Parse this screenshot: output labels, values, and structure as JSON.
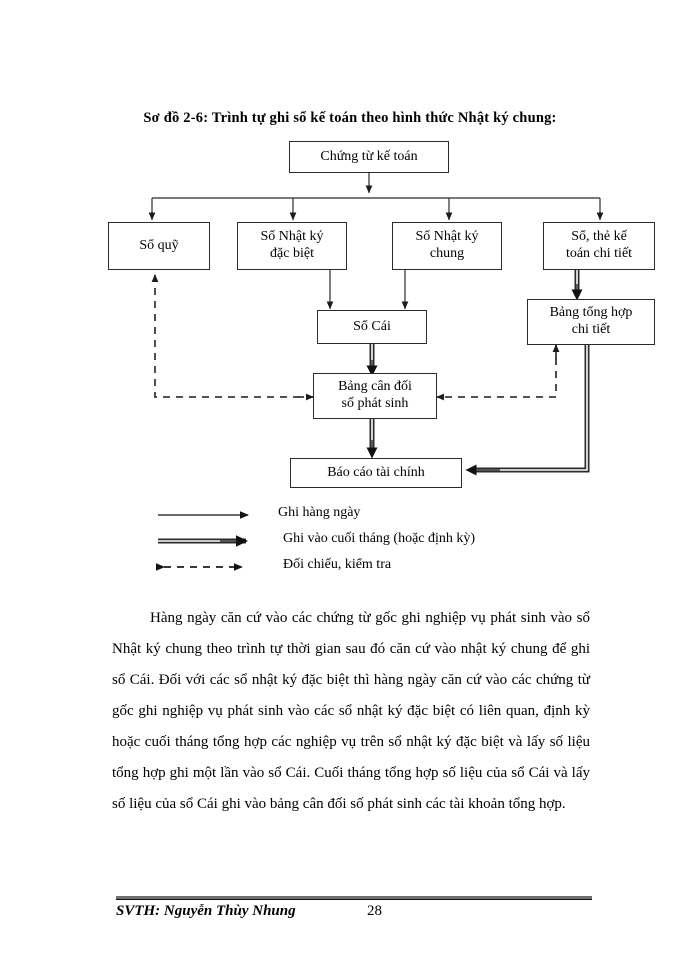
{
  "diagram": {
    "title": "Sơ đồ 2-6: Trình tự ghi sổ kế toán theo hình thức Nhật ký chung:",
    "nodes": {
      "source_doc": "Chứng từ kế toán",
      "cash_book": "Sổ quỹ",
      "special_journal_l1": "Sổ Nhật ký",
      "special_journal_l2": "đặc biệt",
      "general_journal_l1": "Sổ Nhật ký",
      "general_journal_l2": "chung",
      "detail_books_l1": "Sổ, thẻ kế",
      "detail_books_l2": "toán chi tiết",
      "ledger": "Sổ Cái",
      "detail_summary_l1": "Bảng tổng hợp",
      "detail_summary_l2": "chi tiết",
      "trial_balance_l1": "Bảng cân đối",
      "trial_balance_l2": "số phát sinh",
      "financial_statements": "Báo cáo  tài   chính"
    },
    "legend": [
      {
        "key": "daily",
        "label": "Ghi hàng ngày"
      },
      {
        "key": "monthly",
        "label": "Ghi vào cuối tháng (hoặc định kỳ)"
      },
      {
        "key": "reconcile",
        "label": "Đối chiếu, kiểm tra"
      }
    ]
  },
  "body": {
    "paragraph": "Hàng ngày căn cứ vào các chứng từ gốc ghi nghiệp vụ phát sinh vào sổ Nhật ký chung theo trình tự thời gian sau đó căn cứ vào nhật ký chung để ghi sổ Cái. Đối với các sổ nhật ký đặc biệt thì hàng ngày căn cứ vào các chứng từ gốc ghi nghiệp vụ phát sinh vào các sổ nhật ký đặc biệt có liên quan, định kỳ hoặc cuối tháng tổng hợp các nghiệp vụ trên sổ nhật ký đặc biệt và lấy số liệu tổng hợp ghi một lần vào sổ Cái. Cuối tháng tổng hợp số liệu của sổ Cái và lấy số liệu của sổ Cái ghi vào bảng cân đối số phát sinh các tài khoản tổng hợp."
  },
  "footer": {
    "author": "SVTH: Nguyễn Thùy Nhung",
    "page_number": "28"
  },
  "colors": {
    "ink": "#000000",
    "line": "#2b2b2b",
    "rule": "#6f6f6f"
  }
}
